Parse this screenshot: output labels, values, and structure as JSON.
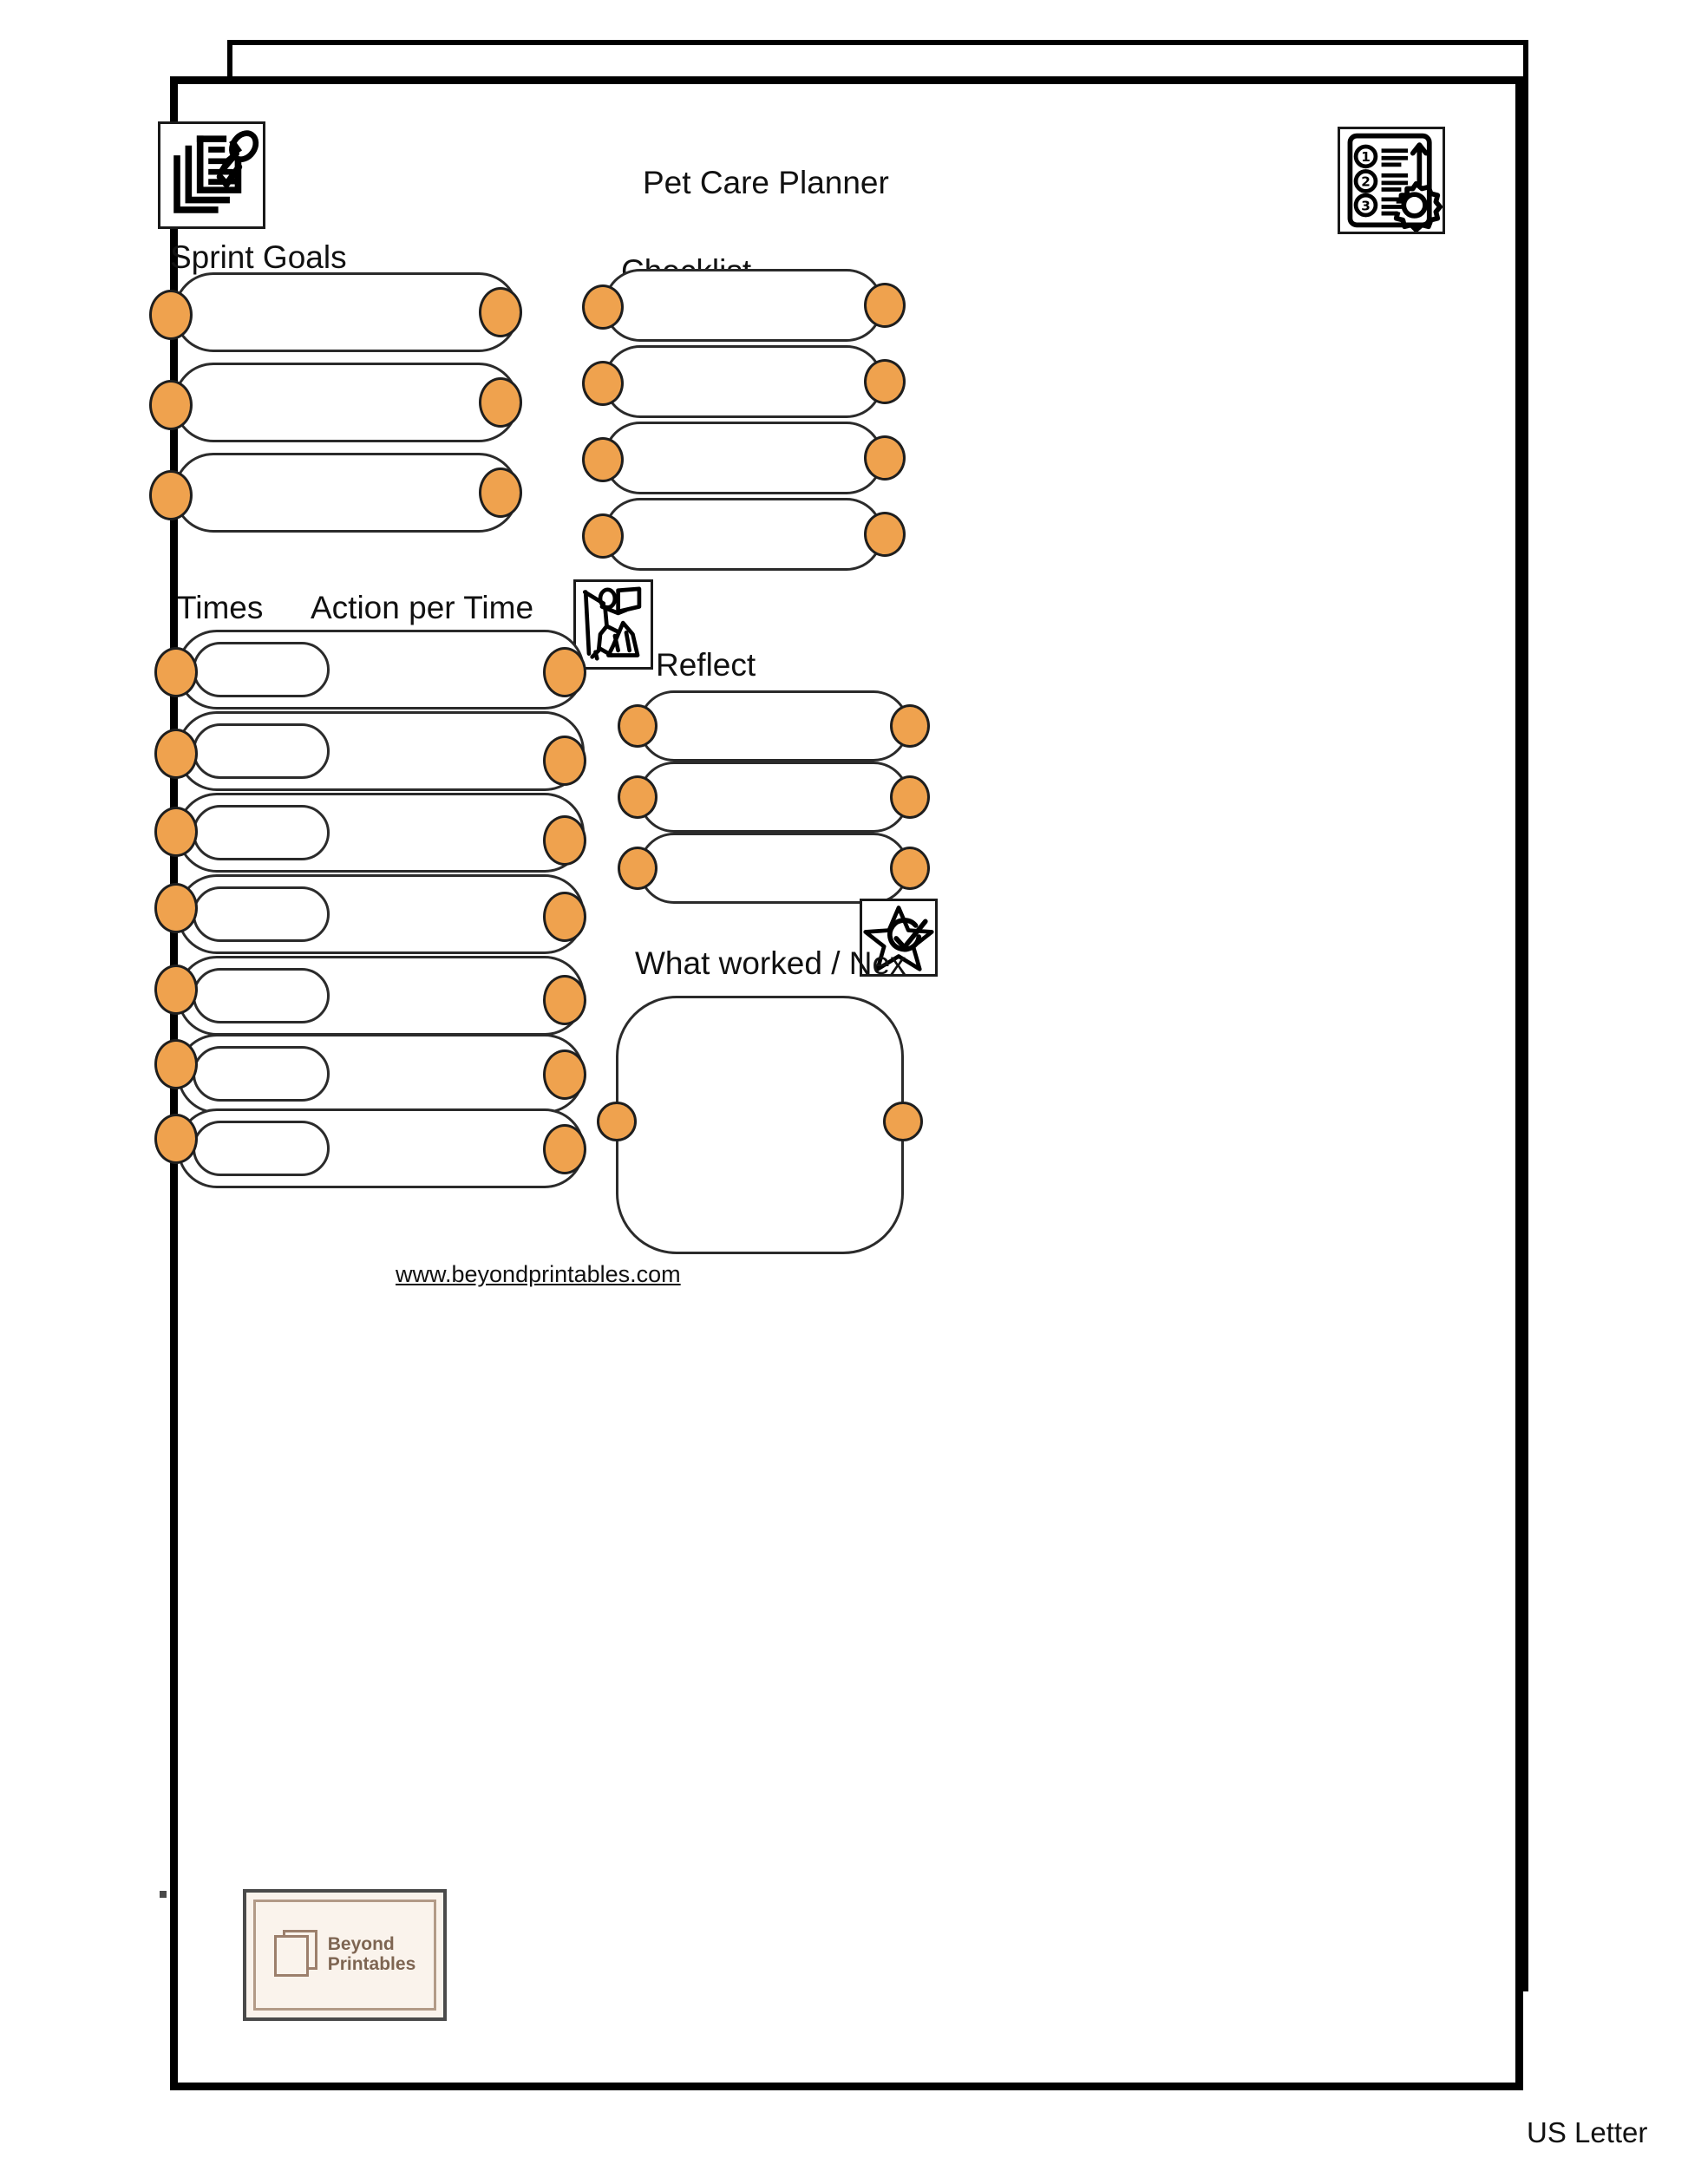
{
  "document": {
    "title": "Pet Care Planner",
    "paper_size_label": "US Letter",
    "footer_url": "www.beyondprintables.com",
    "accent_color": "#EFA24E",
    "line_color": "#2b2b2b",
    "brand": {
      "name_line1": "Beyond",
      "name_line2": "Printables",
      "bg_color": "#FAF3EC",
      "ink_color": "#7E6552"
    }
  },
  "sections": {
    "sprint_goals": {
      "label": "Sprint Goals",
      "icon": "documents-with-checkmark-and-pin-icon",
      "row_count": 3,
      "rows": [
        "",
        "",
        ""
      ]
    },
    "checklist": {
      "label": "Checklist",
      "icon": "numbered-list-arrow-gear-icon",
      "row_count": 4,
      "rows": [
        "",
        "",
        "",
        ""
      ]
    },
    "schedule": {
      "times_label": "Times",
      "action_label": "Action per Time",
      "row_count": 7,
      "rows": [
        {
          "time": "",
          "action": ""
        },
        {
          "time": "",
          "action": ""
        },
        {
          "time": "",
          "action": ""
        },
        {
          "time": "",
          "action": ""
        },
        {
          "time": "",
          "action": ""
        },
        {
          "time": "",
          "action": ""
        },
        {
          "time": "",
          "action": ""
        }
      ]
    },
    "reflect": {
      "label": "Reflect",
      "icon": "climber-with-flag-on-summit-icon",
      "row_count": 3,
      "rows": [
        "",
        "",
        ""
      ]
    },
    "what_worked": {
      "label": "What worked / Nex",
      "icon": "star-with-check-icon",
      "note": ""
    }
  }
}
